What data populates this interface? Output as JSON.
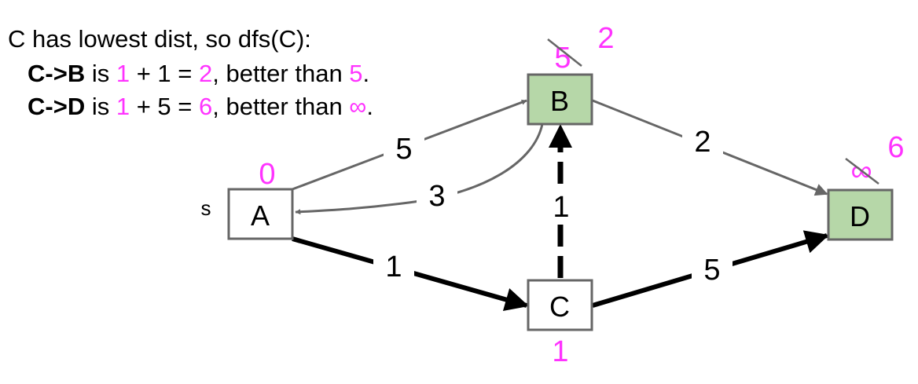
{
  "explanation": {
    "line1": "C has lowest dist, so dfs(C):",
    "line2": {
      "edge": "C->B",
      "is": " is ",
      "a": "1",
      "plus": " + 1 = ",
      "result": "2",
      "better": ", better than ",
      "old": "5",
      "end": "."
    },
    "line3": {
      "edge": "C->D",
      "is": " is ",
      "a": "1",
      "plus": " + 5 = ",
      "result": "6",
      "better": ", better than ",
      "old": "∞",
      "end": "."
    }
  },
  "source_label": "s",
  "nodes": {
    "A": {
      "label": "A",
      "dist": "0",
      "highlighted": false
    },
    "B": {
      "label": "B",
      "old_dist": "5",
      "dist": "2",
      "highlighted": true
    },
    "C": {
      "label": "C",
      "dist": "1",
      "highlighted": false
    },
    "D": {
      "label": "D",
      "old_dist": "∞",
      "dist": "6",
      "highlighted": true
    }
  },
  "edges": {
    "A_B": {
      "weight": "5"
    },
    "B_A": {
      "weight": "3"
    },
    "A_C": {
      "weight": "1"
    },
    "C_B": {
      "weight": "1"
    },
    "B_D": {
      "weight": "2"
    },
    "C_D": {
      "weight": "5"
    }
  },
  "colors": {
    "highlight_fill": "#b6d7a8",
    "distance": "#ff33ff",
    "thin_edge": "#666666",
    "bold_edge": "#000000"
  }
}
